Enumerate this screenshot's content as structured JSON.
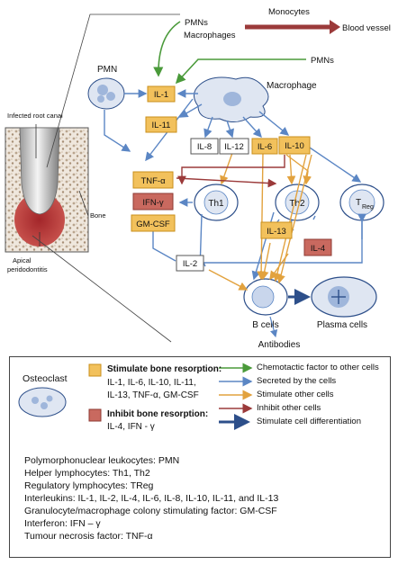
{
  "colors": {
    "stimulate": "#f2c15c",
    "stimulate_border": "#c98f1b",
    "inhibit": "#c9695f",
    "inhibit_border": "#8e3a33",
    "arrow_chemotactic": "#4a9a3a",
    "arrow_secreted": "#5b86c4",
    "arrow_stimulate": "#e2a23e",
    "arrow_inhibit": "#9b3a3a",
    "arrow_differentiation": "#2d4f8a",
    "cell_fill": "#dfe6f2",
    "nucleus_fill": "#9fb6db"
  },
  "anatomy": {
    "infected_root_canal": "Infected root canal",
    "bone": "Bone",
    "apical_periodontitis_line1": "Apical",
    "apical_periodontitis_line2": "peridodontitis"
  },
  "cells": {
    "pmn": "PMN",
    "macrophage": "Macrophage",
    "th1": "Th1",
    "th2": "Th2",
    "treg_main": "T",
    "treg_sub": "Reg",
    "b_cells": "B cells",
    "plasma_cells": "Plasma cells",
    "antibodies": "Antibodies"
  },
  "top_labels": {
    "pmns_1": "PMNs",
    "macrophages": "Macrophages",
    "monocytes": "Monocytes",
    "blood_vessel": "Blood vessel",
    "pmns_2": "PMNs"
  },
  "cytokines": {
    "il1": "IL-1",
    "il11": "IL-11",
    "il8": "IL-8",
    "il12": "IL-12",
    "il6": "IL-6",
    "il10": "IL-10",
    "tnf": "TNF-α",
    "ifn": "IFN-γ",
    "gmcsf": "GM-CSF",
    "il13": "IL-13",
    "il4": "IL-4",
    "il2": "IL-2"
  },
  "legend": {
    "osteoclast": "Osteoclast",
    "stimulate_title": "Stimulate bone resorption:",
    "stimulate_line1": "IL-1, IL-6, IL-10, IL-11,",
    "stimulate_line2": "IL-13, TNF-α, GM-CSF",
    "inhibit_title": "Inhibit bone resorption:",
    "inhibit_line1": "IL-4, IFN - γ",
    "arrows": [
      "Chemotactic factor to other cells",
      "Secreted by the cells",
      "Stimulate other cells",
      "Inhibit other cells",
      "Stimulate cell differentiation"
    ],
    "abbreviations": [
      "Polymorphonuclear leukocytes: PMN",
      "Helper lymphocytes: Th1, Th2",
      "Regulatory lymphocytes: TReg",
      "Interleukins: IL-1, IL-2, IL-4, IL-6, IL-8, IL-10, IL-11, and IL-13",
      "Granulocyte/macrophage colony stimulating factor: GM-CSF",
      "Interferon: IFN – γ",
      "Tumour necrosis factor: TNF-α"
    ]
  }
}
